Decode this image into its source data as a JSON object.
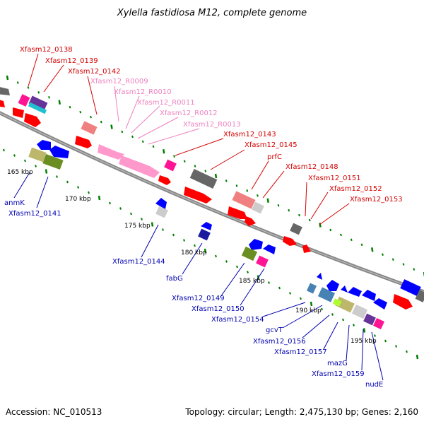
{
  "title": "Xylella fastidiosa M12, complete genome",
  "footer": {
    "accession": "Accession: NC_010513",
    "topology": "Topology: circular; Length: 2,475,130 bp; Genes: 2,160"
  },
  "scale_labels": [
    "165 kbp",
    "170 kbp",
    "175 kbp",
    "180 kbp",
    "185 kbp",
    "190 kbp",
    "195 kbp"
  ],
  "labels": {
    "fwd": [
      "Xfasm12_0138",
      "Xfasm12_0139",
      "Xfasm12_0142",
      "Xfasm12_0143",
      "Xfasm12_0145",
      "prfC",
      "Xfasm12_0148",
      "Xfasm12_0151",
      "Xfasm12_0152",
      "Xfasm12_0153"
    ],
    "rna": [
      "Xfasm12_R0009",
      "Xfasm12_R0010",
      "Xfasm12_R0011",
      "Xfasm12_R0012",
      "Xfasm12_R0013"
    ],
    "rev": [
      "anmK",
      "Xfasm12_0141",
      "Xfasm12_0144",
      "fabG",
      "Xfasm12_0149",
      "Xfasm12_0150",
      "Xfasm12_0154",
      "gcvT",
      "Xfasm12_0156",
      "Xfasm12_0157",
      "mazG",
      "Xfasm12_0159",
      "nudE"
    ]
  },
  "colors": {
    "forward_gene": "#ff0000",
    "reverse_gene": "#0000ff",
    "rna_gene": "#ff99cc",
    "backbone": "#888888",
    "tick": "#008000",
    "cog_gray": "#666666",
    "cog_salmon": "#f08080",
    "cog_olive": "#6b8e23",
    "cog_khaki": "#bdb76b",
    "cog_steel": "#4682b4",
    "cog_magenta": "#ff1493",
    "cog_purple": "#663399",
    "cog_silver": "#cccccc"
  }
}
